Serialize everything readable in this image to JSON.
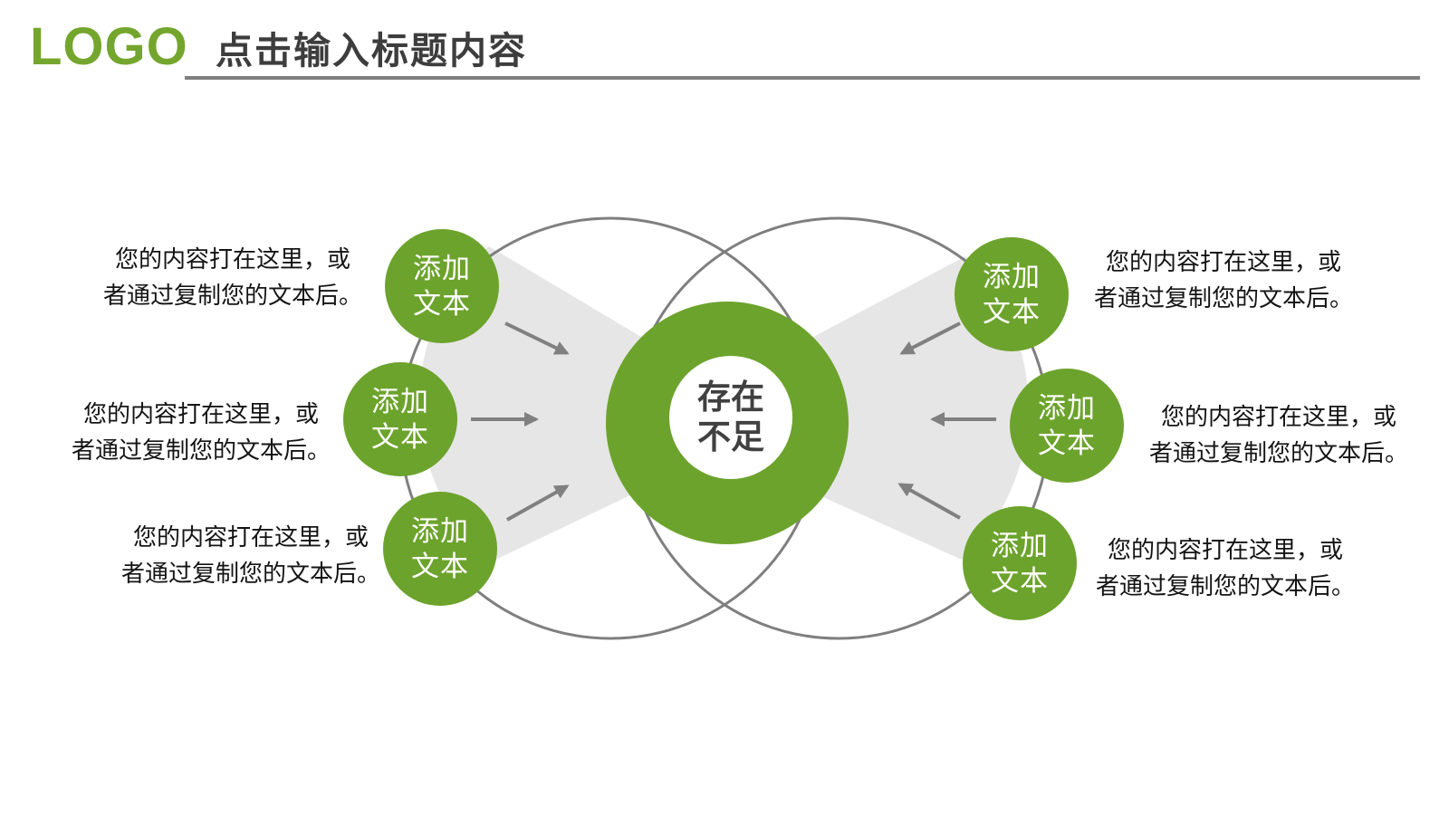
{
  "slide": {
    "logo": "LOGO",
    "title": "点击输入标题内容"
  },
  "center_node": {
    "line1": "存在",
    "line2": "不足"
  },
  "nodes": [
    {
      "id": "left-top",
      "line1": "添加",
      "line2": "文本"
    },
    {
      "id": "left-middle",
      "line1": "添加",
      "line2": "文本"
    },
    {
      "id": "left-bottom",
      "line1": "添加",
      "line2": "文本"
    },
    {
      "id": "right-top",
      "line1": "添加",
      "line2": "文本"
    },
    {
      "id": "right-middle",
      "line1": "添加",
      "line2": "文本"
    },
    {
      "id": "right-bottom",
      "line1": "添加",
      "line2": "文本"
    }
  ],
  "notes": [
    {
      "id": "left-top",
      "line1": "您的内容打在这里，或",
      "line2": "者通过复制您的文本后。"
    },
    {
      "id": "left-middle",
      "line1": "您的内容打在这里，或",
      "line2": "者通过复制您的文本后。"
    },
    {
      "id": "left-bottom",
      "line1": "您的内容打在这里，或",
      "line2": "者通过复制您的文本后。"
    },
    {
      "id": "right-top",
      "line1": "您的内容打在这里，或",
      "line2": "者通过复制您的文本后。"
    },
    {
      "id": "right-middle",
      "line1": "您的内容打在这里，或",
      "line2": "者通过复制您的文本后。"
    },
    {
      "id": "right-bottom",
      "line1": "您的内容打在这里，或",
      "line2": "者通过复制您的文本后。"
    }
  ],
  "colors": {
    "accent_green": "#6CA32C",
    "logo_green": "#74A62E",
    "divider_gray": "#808080",
    "funnel_gray": "#E6E6E6",
    "circle_outline_gray": "#7F7F7F",
    "arrow_gray": "#808080",
    "title_text": "#3D3D3D",
    "body_text": "#141414",
    "center_text": "#404040"
  }
}
